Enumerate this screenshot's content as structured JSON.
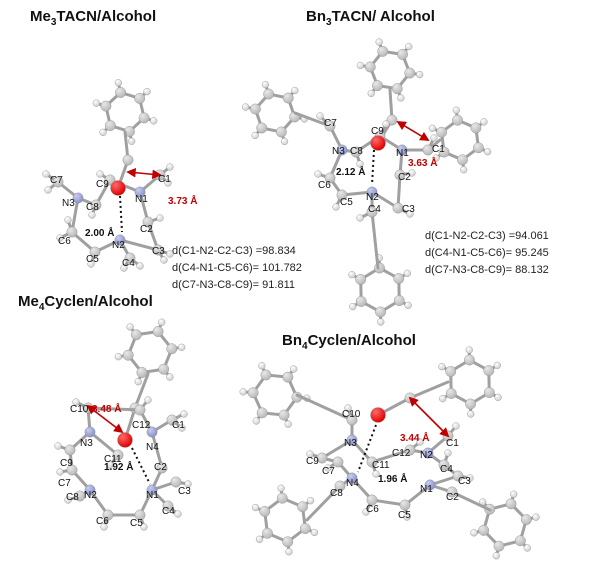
{
  "colors": {
    "carbon": "#b8b8b8",
    "hydrogen": "#f2f2f2",
    "nitrogen": "#8a93c8",
    "oxygen": "#e00000",
    "bond": "#a0a0a0",
    "accent": "#c00000"
  },
  "panels": [
    {
      "id": "me3tacn",
      "title": {
        "base": "Me",
        "sub": "3",
        "rest": "TACN/Alcohol"
      },
      "distances": {
        "hbond": "2.00 Å",
        "ch": "3.73 Å"
      },
      "dihedrals": [
        "d(C1-N2-C2-C3) =98.834",
        "d(C4-N1-C5-C6)= 101.782",
        "d(C7-N3-C8-C9)= 91.811"
      ]
    },
    {
      "id": "bn3tacn",
      "title": {
        "base": "Bn",
        "sub": "3",
        "rest": "TACN/ Alcohol"
      },
      "distances": {
        "hbond": "2.12 Å",
        "ch": "3.63 Å"
      },
      "dihedrals": [
        "d(C1-N2-C2-C3) =94.061",
        "d(C4-N1-C5-C6)= 95.245",
        "d(C7-N3-C8-C9)= 88.132"
      ]
    },
    {
      "id": "me4cyclen",
      "title": {
        "base": "Me",
        "sub": "4",
        "rest": "Cyclen/Alcohol"
      },
      "distances": {
        "hbond": "1.92 Å",
        "ch": "3.48 Å"
      }
    },
    {
      "id": "bn4cyclen",
      "title": {
        "base": "Bn",
        "sub": "4",
        "rest": "Cyclen/Alcohol"
      },
      "distances": {
        "hbond": "1.96 Å",
        "ch": "3.44 Å"
      }
    }
  ],
  "atom_labels": {
    "me3tacn": [
      "C7",
      "C9",
      "C1",
      "N3",
      "C8",
      "N1",
      "C2",
      "N2",
      "C3",
      "C6",
      "C5",
      "C4"
    ],
    "bn3tacn": [
      "C7",
      "C9",
      "N3",
      "C8",
      "N1",
      "C1",
      "C2",
      "N2",
      "C6",
      "C5",
      "C4",
      "C3"
    ],
    "me4cyclen": [
      "C10",
      "C12",
      "C1",
      "N3",
      "N4",
      "C11",
      "C9",
      "C2",
      "C7",
      "N2",
      "N1",
      "C3",
      "C8",
      "C6",
      "C5",
      "C4"
    ],
    "bn4cyclen": [
      "C10",
      "N3",
      "C12",
      "C1",
      "N2",
      "C9",
      "C7",
      "C11",
      "C4",
      "C3",
      "N4",
      "N1",
      "C8",
      "C6",
      "C5",
      "C2"
    ]
  }
}
